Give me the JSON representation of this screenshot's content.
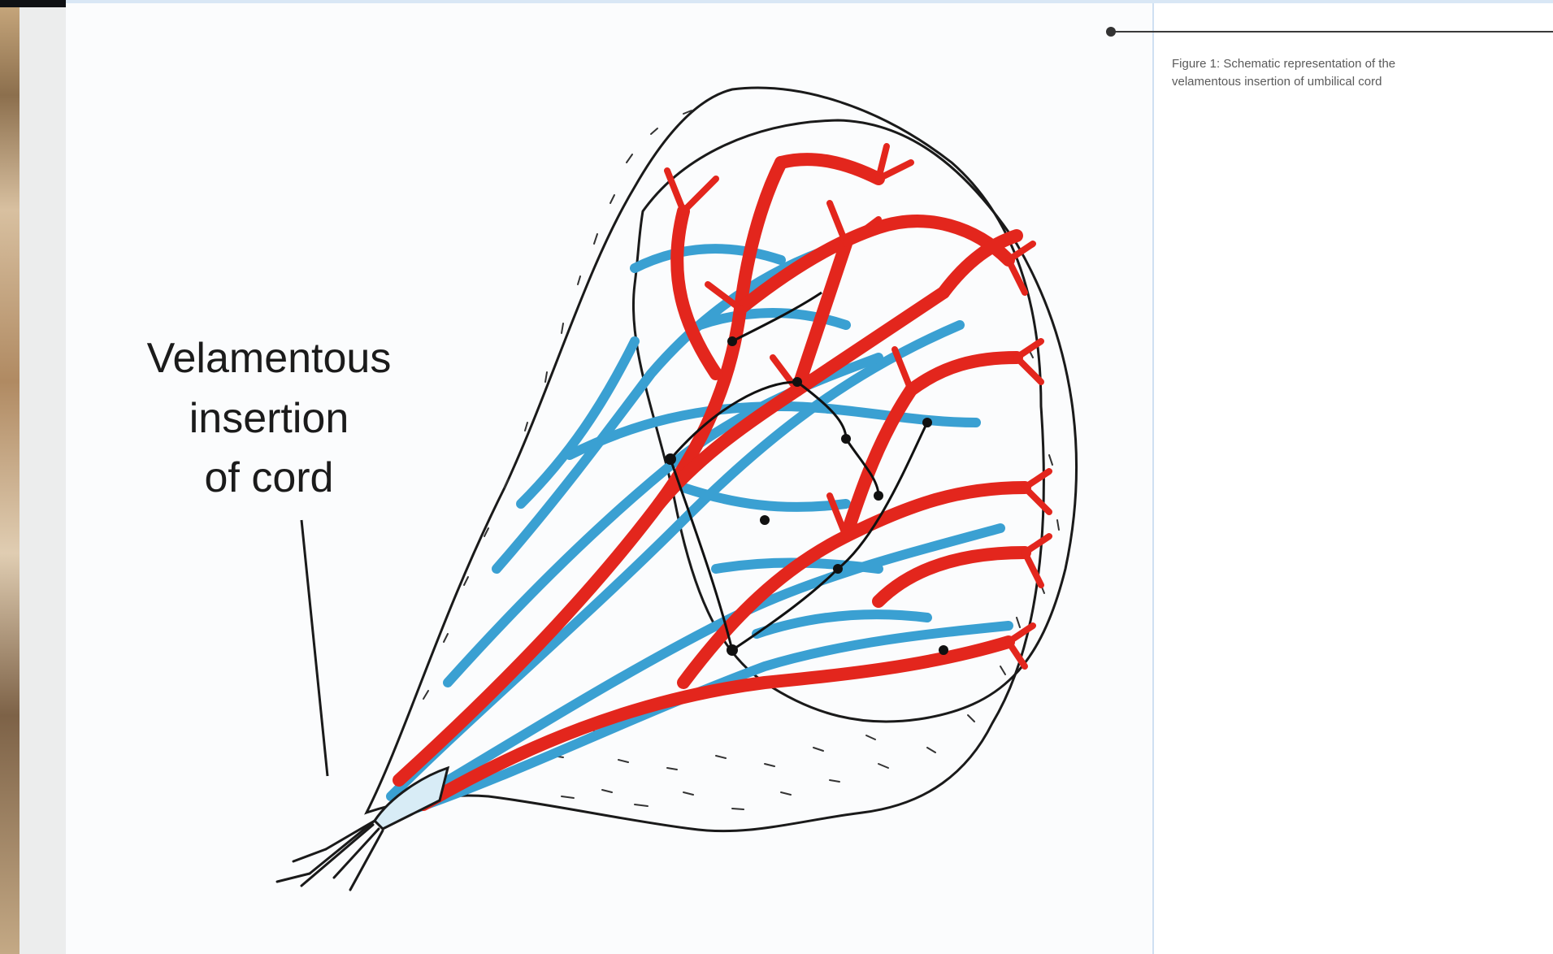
{
  "figure": {
    "label_lines": [
      "Velamentous",
      "insertion",
      "of cord"
    ],
    "caption": "Figure 1: Schematic representation of the\nvelamentous insertion of umbilical cord",
    "colors": {
      "artery": "#e3261d",
      "vein": "#3aa0d2",
      "outline": "#1a1a1a",
      "background": "#fbfcfd"
    }
  },
  "icons": {
    "caption_marker": "dot-marker-icon"
  }
}
